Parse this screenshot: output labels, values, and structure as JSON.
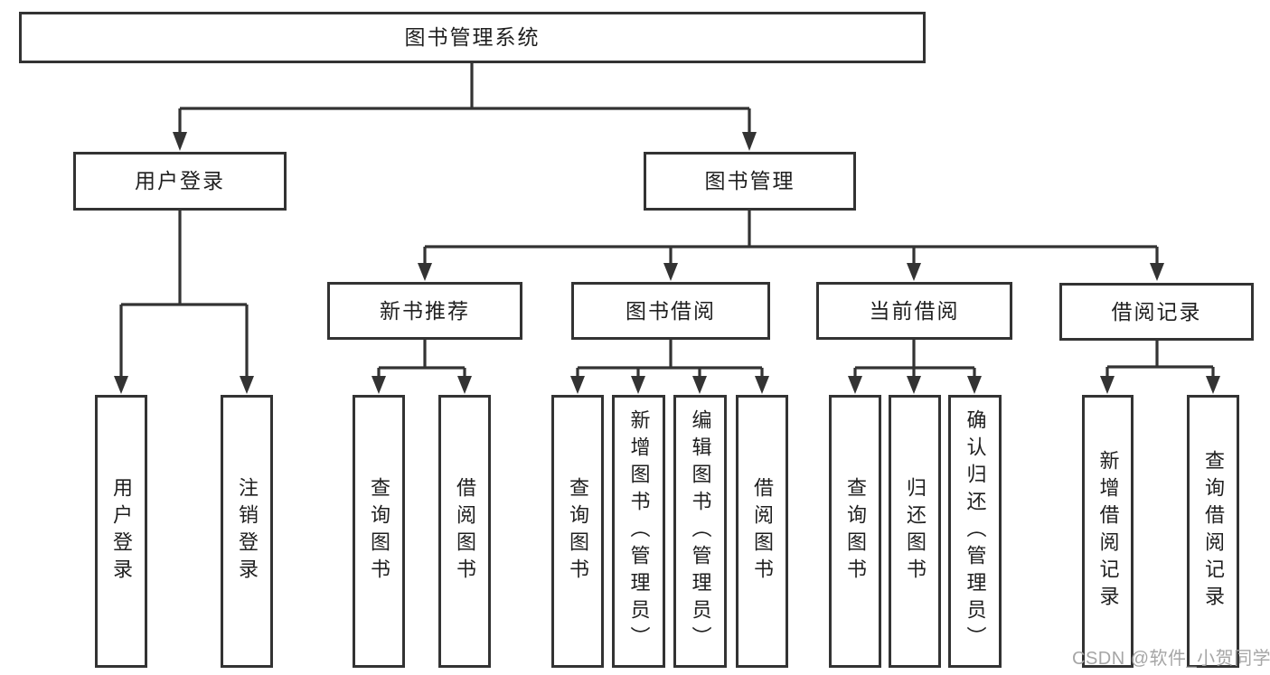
{
  "diagram_title": "图书管理系统",
  "nodes": {
    "root": {
      "label": "图书管理系统"
    },
    "userLogin": {
      "label": "用户登录",
      "children": [
        {
          "label": "用户登录"
        },
        {
          "label": "注销登录"
        }
      ]
    },
    "bookManagement": {
      "label": "图书管理"
    },
    "newBookRecommend": {
      "label": "新书推荐",
      "children": [
        {
          "label": "查询图书"
        },
        {
          "label": "借阅图书"
        }
      ]
    },
    "bookBorrow": {
      "label": "图书借阅",
      "children": [
        {
          "label": "查询图书"
        },
        {
          "label": "新增图书（管理员）"
        },
        {
          "label": "编辑图书（管理员）"
        },
        {
          "label": "借阅图书"
        }
      ]
    },
    "currentBorrow": {
      "label": "当前借阅",
      "children": [
        {
          "label": "查询图书"
        },
        {
          "label": "归还图书"
        },
        {
          "label": "确认归还（管理员）"
        }
      ]
    },
    "borrowRecord": {
      "label": "借阅记录",
      "children": [
        {
          "label": "新增借阅记录"
        },
        {
          "label": "查询借阅记录"
        }
      ]
    }
  },
  "watermark": {
    "text": "CSDN @软件_小贺同学"
  },
  "colors": {
    "line": "#333333",
    "text": "#1f1f1f",
    "box_background": "#ffffff",
    "page_background": "#ffffff",
    "watermark": "#a6a6a6"
  }
}
